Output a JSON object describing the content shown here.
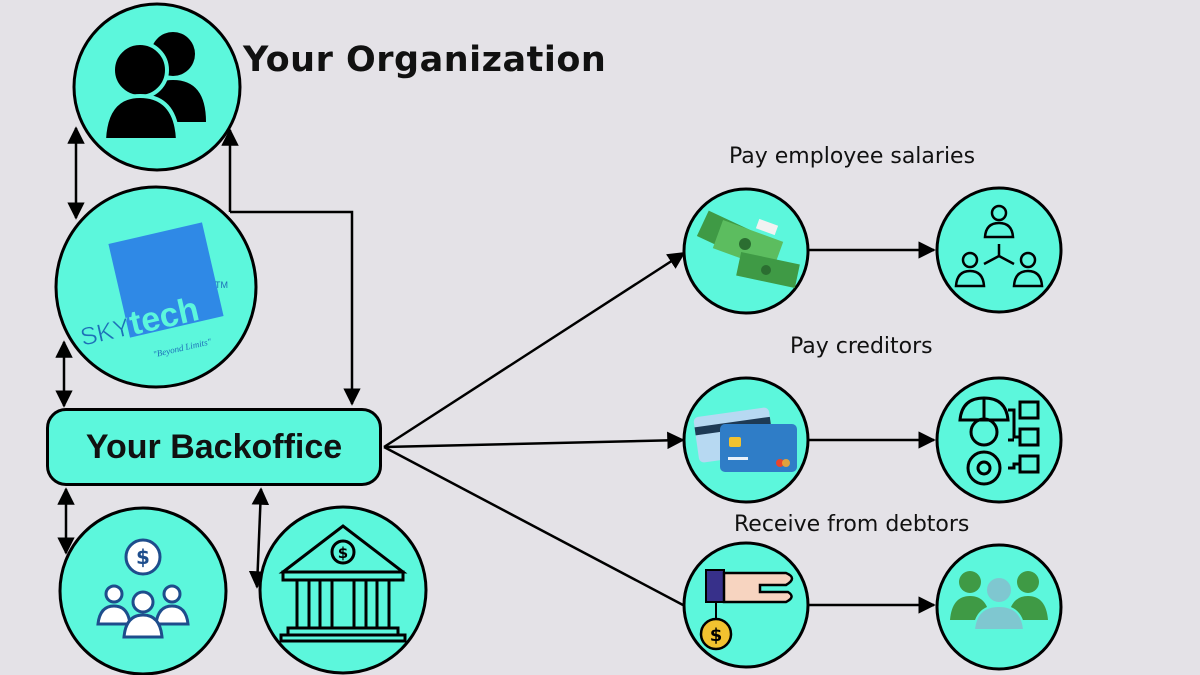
{
  "organization": {
    "title": "Your Organization",
    "icon": "users-icon"
  },
  "skytech_logo": {
    "brand_part1": "SKY",
    "brand_part2": "tech",
    "tagline": "\"Beyond Limits\"",
    "trademark": "TM",
    "color": "#1d6fb8"
  },
  "backoffice": {
    "label": "Your Backoffice"
  },
  "bottom_nodes": [
    {
      "name": "employees-dollar",
      "icon": "employees-dollar-icon"
    },
    {
      "name": "bank",
      "icon": "bank-icon"
    }
  ],
  "flows": [
    {
      "label": "Pay employee salaries",
      "source_icon": "money-stack-icon",
      "target_icon": "employee-network-icon"
    },
    {
      "label": "Pay creditors",
      "source_icon": "credit-cards-icon",
      "target_icon": "supplier-worker-icon"
    },
    {
      "label": "Receive from debtors",
      "source_icon": "hand-coin-icon",
      "target_icon": "customers-icon"
    }
  ],
  "colors": {
    "background": "#e4e2e7",
    "node_fill": "#5cf7dc",
    "stroke": "#000000",
    "money_green": "#3f9a45",
    "card_blue": "#2f7dc7",
    "coin_yellow": "#f2c230"
  }
}
